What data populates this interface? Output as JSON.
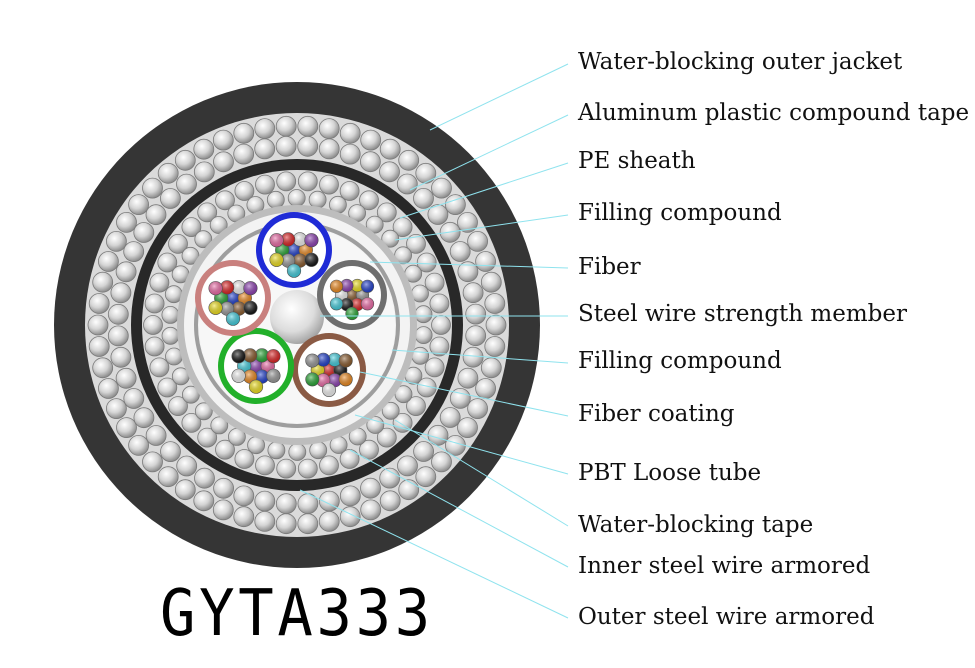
{
  "model": "GYTA333",
  "labels": [
    "Water-blocking outer jacket",
    "Aluminum plastic compound tape",
    "PE sheath",
    "Filling compound",
    "Fiber",
    "Steel wire strength member",
    "Filling compound",
    "Fiber coating",
    "PBT Loose tube",
    "Water-blocking tape",
    "Inner steel wire armored",
    "Outer steel wire armored"
  ],
  "tubes": [
    {
      "name": "blue",
      "color": "#1f2bd6"
    },
    {
      "name": "grey",
      "color": "#6e6e6e"
    },
    {
      "name": "brown",
      "color": "#8a5a44"
    },
    {
      "name": "green",
      "color": "#22b02a"
    },
    {
      "name": "red",
      "color": "#c9807e"
    }
  ],
  "fiber_colors": [
    "#1f3fd1",
    "#f08a1c",
    "#27a834",
    "#8b5a2b",
    "#9a9a9a",
    "#f4f4f4",
    "#e02020",
    "#111111",
    "#f2e21a",
    "#8e3fb4",
    "#f06aa8",
    "#40d0e0"
  ],
  "colors": {
    "jacket": "#353535",
    "leader_line": "#8fe3ee",
    "armor_bed": "#d9d9d9",
    "pe_sheath": "#282828"
  }
}
